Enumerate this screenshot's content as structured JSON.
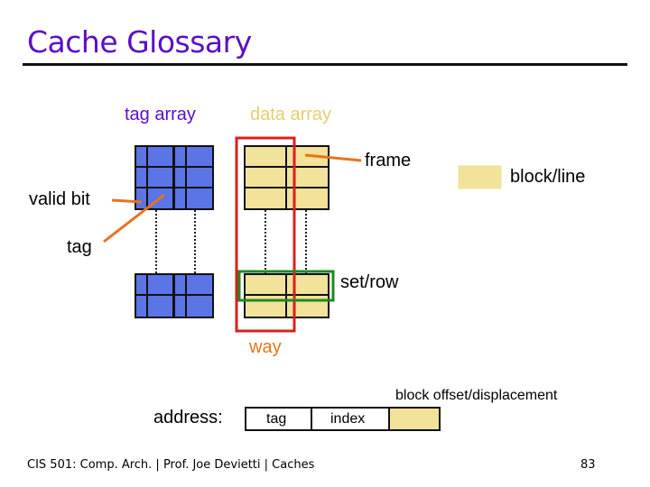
{
  "slide": {
    "title": "Cache Glossary",
    "labels": {
      "tag_array": "tag array",
      "data_array": "data array",
      "frame": "frame",
      "block_line": "block/line",
      "valid_bit": "valid bit",
      "tag": "tag",
      "set_row": "set/row",
      "way": "way",
      "block_offset": "block offset/displacement",
      "address": "address:"
    },
    "address_fields": {
      "tag": "tag",
      "index": "index"
    },
    "footer": {
      "course": "CIS 501: Comp. Arch.  |  Prof. Joe Devietti  |  Caches",
      "page": "83"
    }
  },
  "colors": {
    "title": "#5b0fc4",
    "tag_cell_fill": "#5b74e6",
    "data_cell_fill": "#f2e29a",
    "way_outline": "#d9201c",
    "set_outline": "#1f8a1f",
    "pointer_line": "#e8731e",
    "data_array_label": "#e3cf72"
  }
}
